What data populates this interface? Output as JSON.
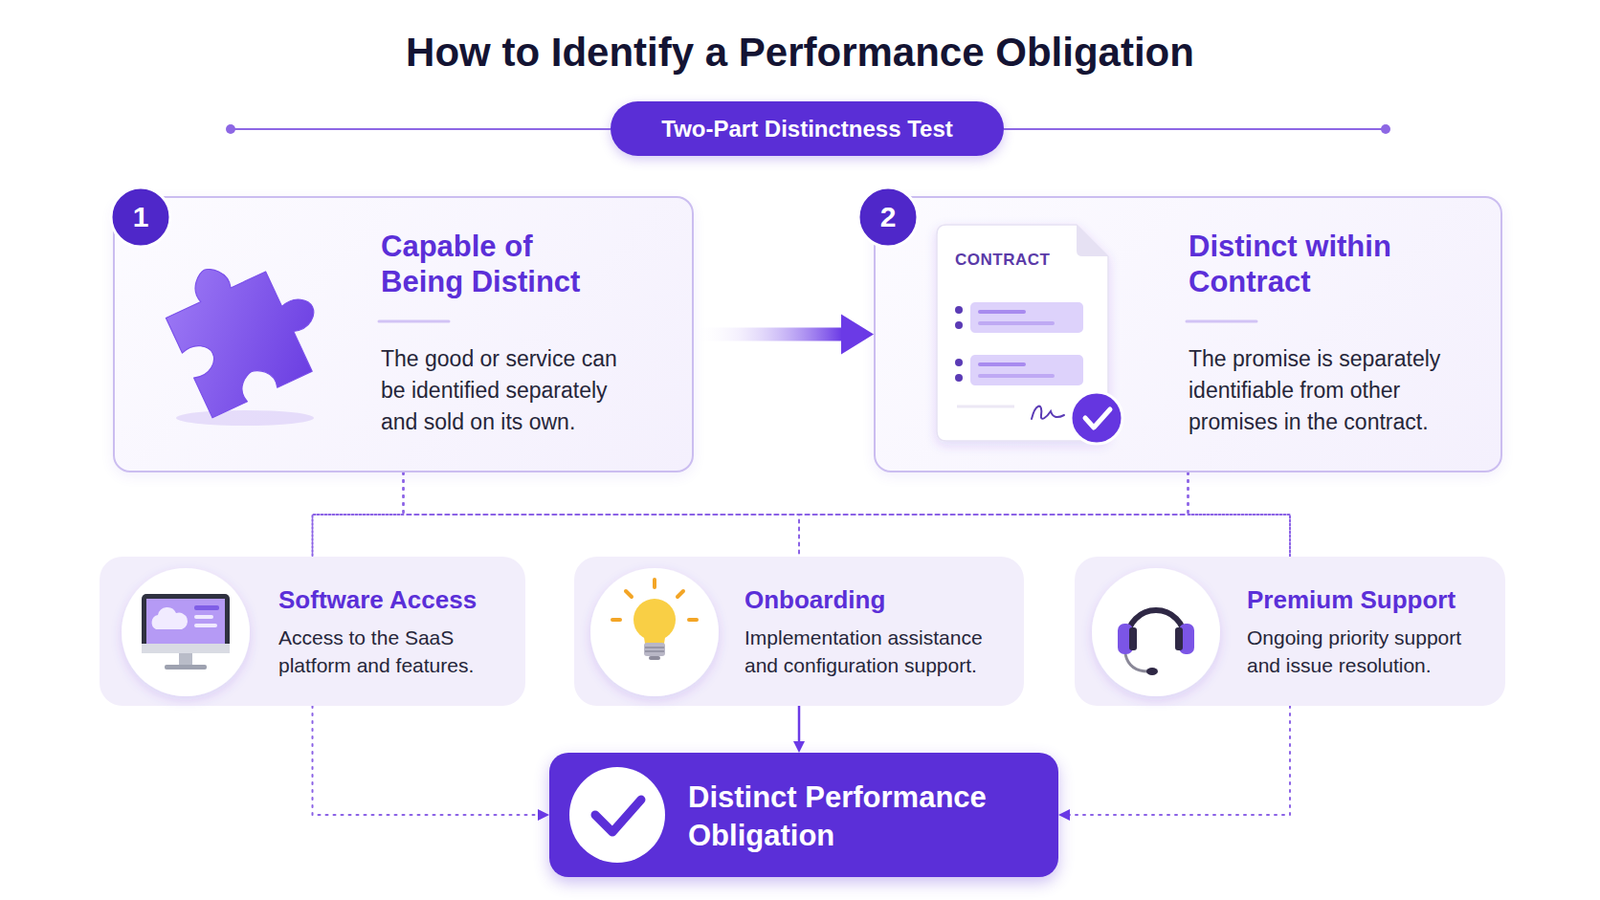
{
  "diagram": {
    "title": "How to Identify a Performance Obligation",
    "nodes": [
      {
        "text": [
          "Two-Part Distinctness Test"
        ]
      },
      {
        "text": [
          "Capable of Being Distinct",
          "The good or service can be identified separately and sold on its own."
        ]
      },
      {
        "text": [
          "Distinct within Contract",
          "The promise is separately identifiable from other promises in the contract."
        ]
      },
      {
        "text": [
          "Software Access",
          "Access to the SaaS platform and features."
        ]
      },
      {
        "text": [
          "Onboarding",
          "Implementation assistance and configuration support."
        ]
      },
      {
        "text": [
          "Premium Support",
          "Ongoing priority support and issue resolution."
        ]
      },
      {
        "text": [
          "Distinct Performance Obligation"
        ]
      }
    ],
    "edges": [
      {
        "from": 1,
        "to": 2,
        "arrow": "to"
      },
      {
        "from": 1,
        "to": 3,
        "arrow": "none"
      },
      {
        "from": 1,
        "to": 4,
        "arrow": "none"
      },
      {
        "from": 1,
        "to": 5,
        "arrow": "none"
      },
      {
        "from": 2,
        "to": 3,
        "arrow": "none"
      },
      {
        "from": 2,
        "to": 4,
        "arrow": "none"
      },
      {
        "from": 2,
        "to": 5,
        "arrow": "none"
      },
      {
        "from": 3,
        "to": 6,
        "arrow": "to"
      },
      {
        "from": 4,
        "to": 6,
        "arrow": "to"
      },
      {
        "from": 5,
        "to": 6,
        "arrow": "to"
      }
    ],
    "labels": [
      "1",
      "2",
      "CONTRACT"
    ]
  }
}
